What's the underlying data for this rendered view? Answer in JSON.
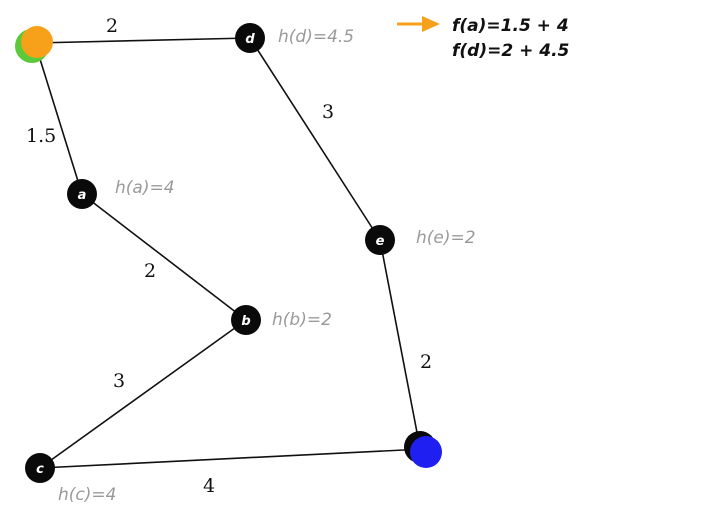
{
  "nodes": {
    "a": {
      "label": "a",
      "heuristic": "h(a)=4"
    },
    "b": {
      "label": "b",
      "heuristic": "h(b)=2"
    },
    "c": {
      "label": "c",
      "heuristic": "h(c)=4"
    },
    "d": {
      "label": "d",
      "heuristic": "h(d)=4.5"
    },
    "e": {
      "label": "e",
      "heuristic": "h(e)=2"
    }
  },
  "edges": [
    {
      "from": "start",
      "to": "d",
      "weight": "2"
    },
    {
      "from": "start",
      "to": "a",
      "weight": "1.5"
    },
    {
      "from": "a",
      "to": "b",
      "weight": "2"
    },
    {
      "from": "b",
      "to": "c",
      "weight": "3"
    },
    {
      "from": "c",
      "to": "goal",
      "weight": "4"
    },
    {
      "from": "d",
      "to": "e",
      "weight": "3"
    },
    {
      "from": "e",
      "to": "goal",
      "weight": "2"
    }
  ],
  "formulas": [
    "f(a)=1.5 + 4",
    "f(d)=2 + 4.5"
  ],
  "colors": {
    "start_fill": "#f7a11a",
    "start_rim": "#5cc93a",
    "goal_fill": "#1f1ff2",
    "goal_rim": "#0a0a0a",
    "arrow": "#f7a11a",
    "node": "#0a0a0a",
    "heuristic_text": "#9a9a9a"
  }
}
